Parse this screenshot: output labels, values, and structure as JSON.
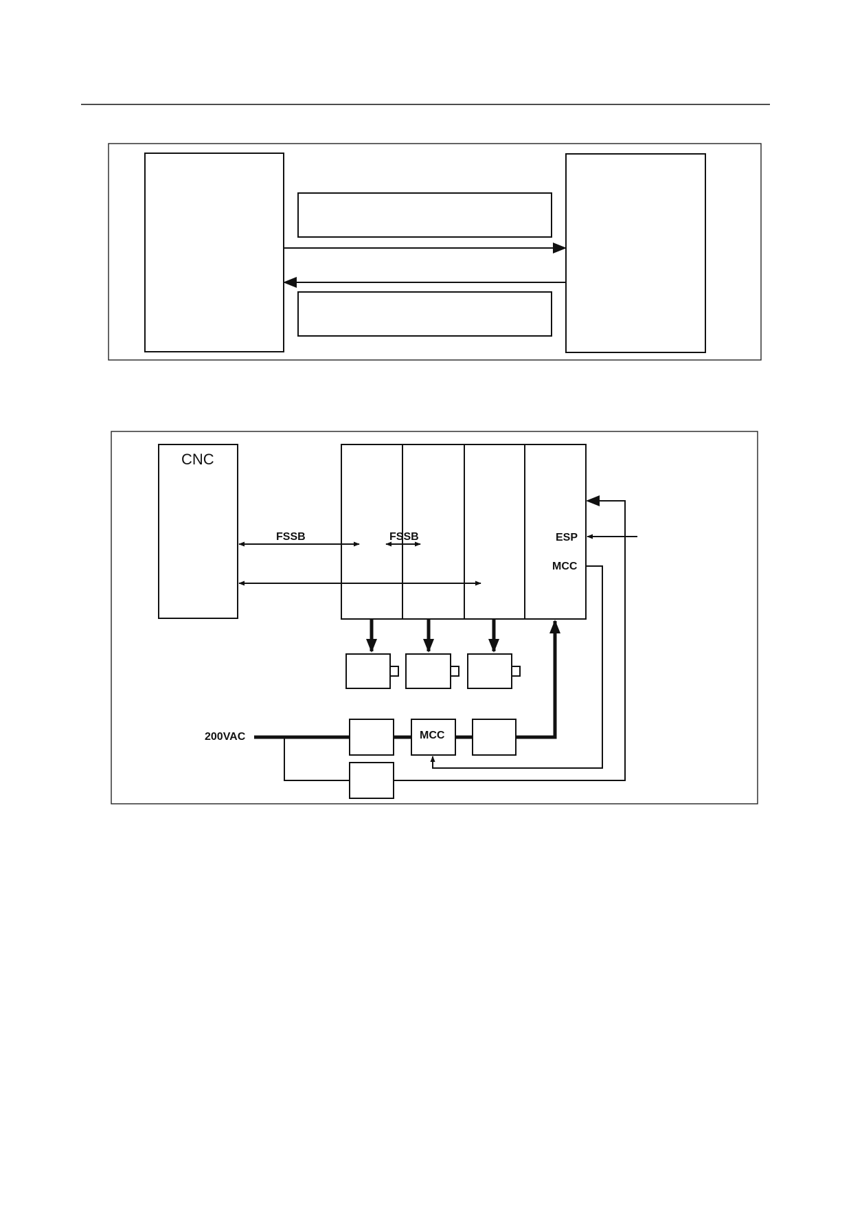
{
  "diagram2": {
    "cnc_label": "CNC",
    "fssb_label_left": "FSSB",
    "fssb_label_mid": "FSSB",
    "esp_label": "ESP",
    "mcc_signal_label": "MCC",
    "mcc_box_label": "MCC",
    "supply_label": "200VAC"
  }
}
